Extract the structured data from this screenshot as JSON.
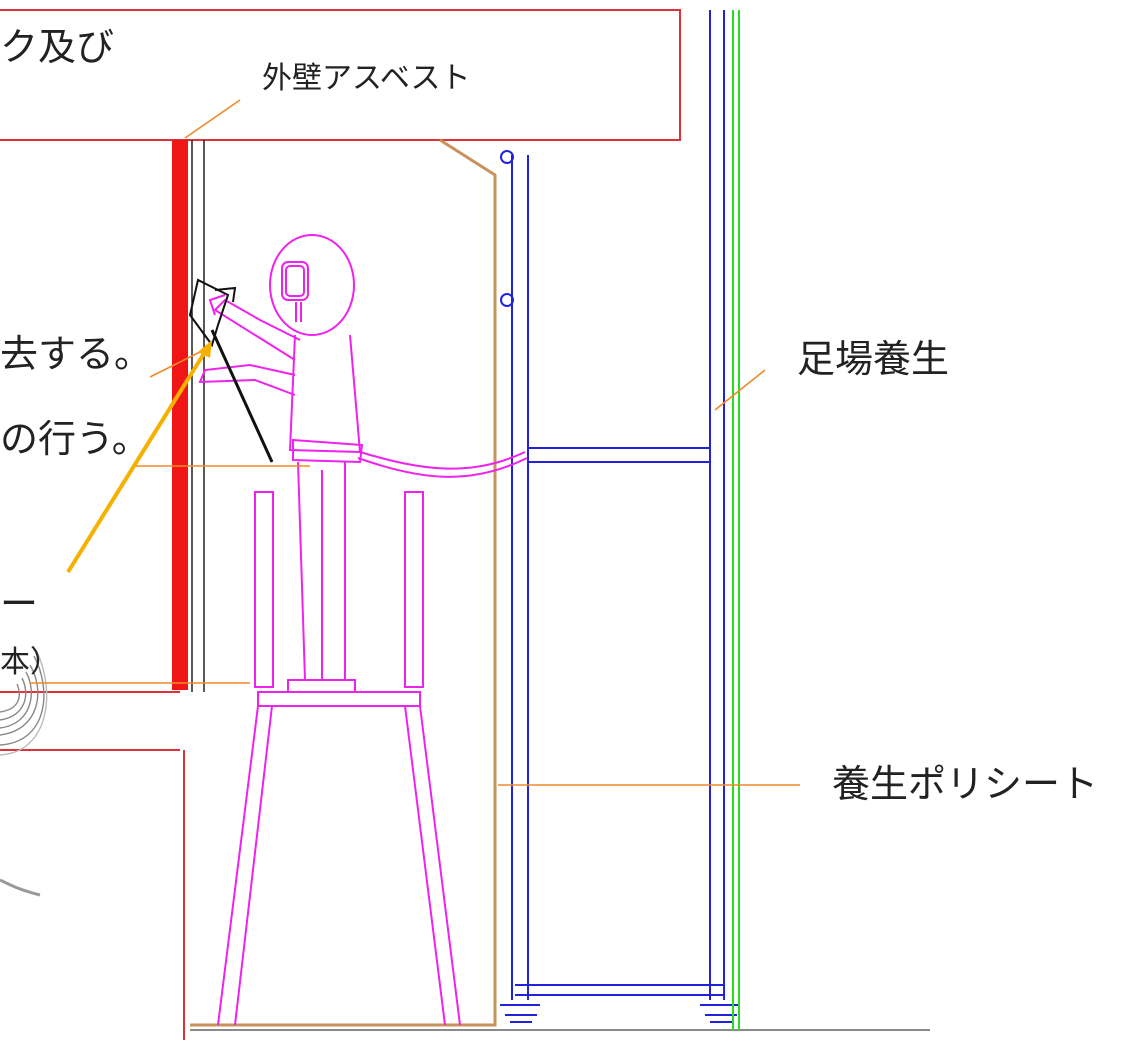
{
  "labels": {
    "exterior_asbestos": "外壁アスベスト",
    "scaffold_curing": "足場養生",
    "curing_poly_sheet": "養生ポリシート",
    "partial_top": "ク及び",
    "partial_remove": "去する。",
    "partial_perform": "の行う。",
    "partial_dash": "ー",
    "partial_body": "本）"
  },
  "colors": {
    "wall_red": "#f01616",
    "frame_red": "#e0303a",
    "scaffold_blue": "#2222dd",
    "green_sheet": "#22dd22",
    "worker_magenta": "#ee22ee",
    "leader_orange": "#f08a28",
    "arrow_yellow": "#f6b000",
    "poly_brown": "#c8925a"
  }
}
